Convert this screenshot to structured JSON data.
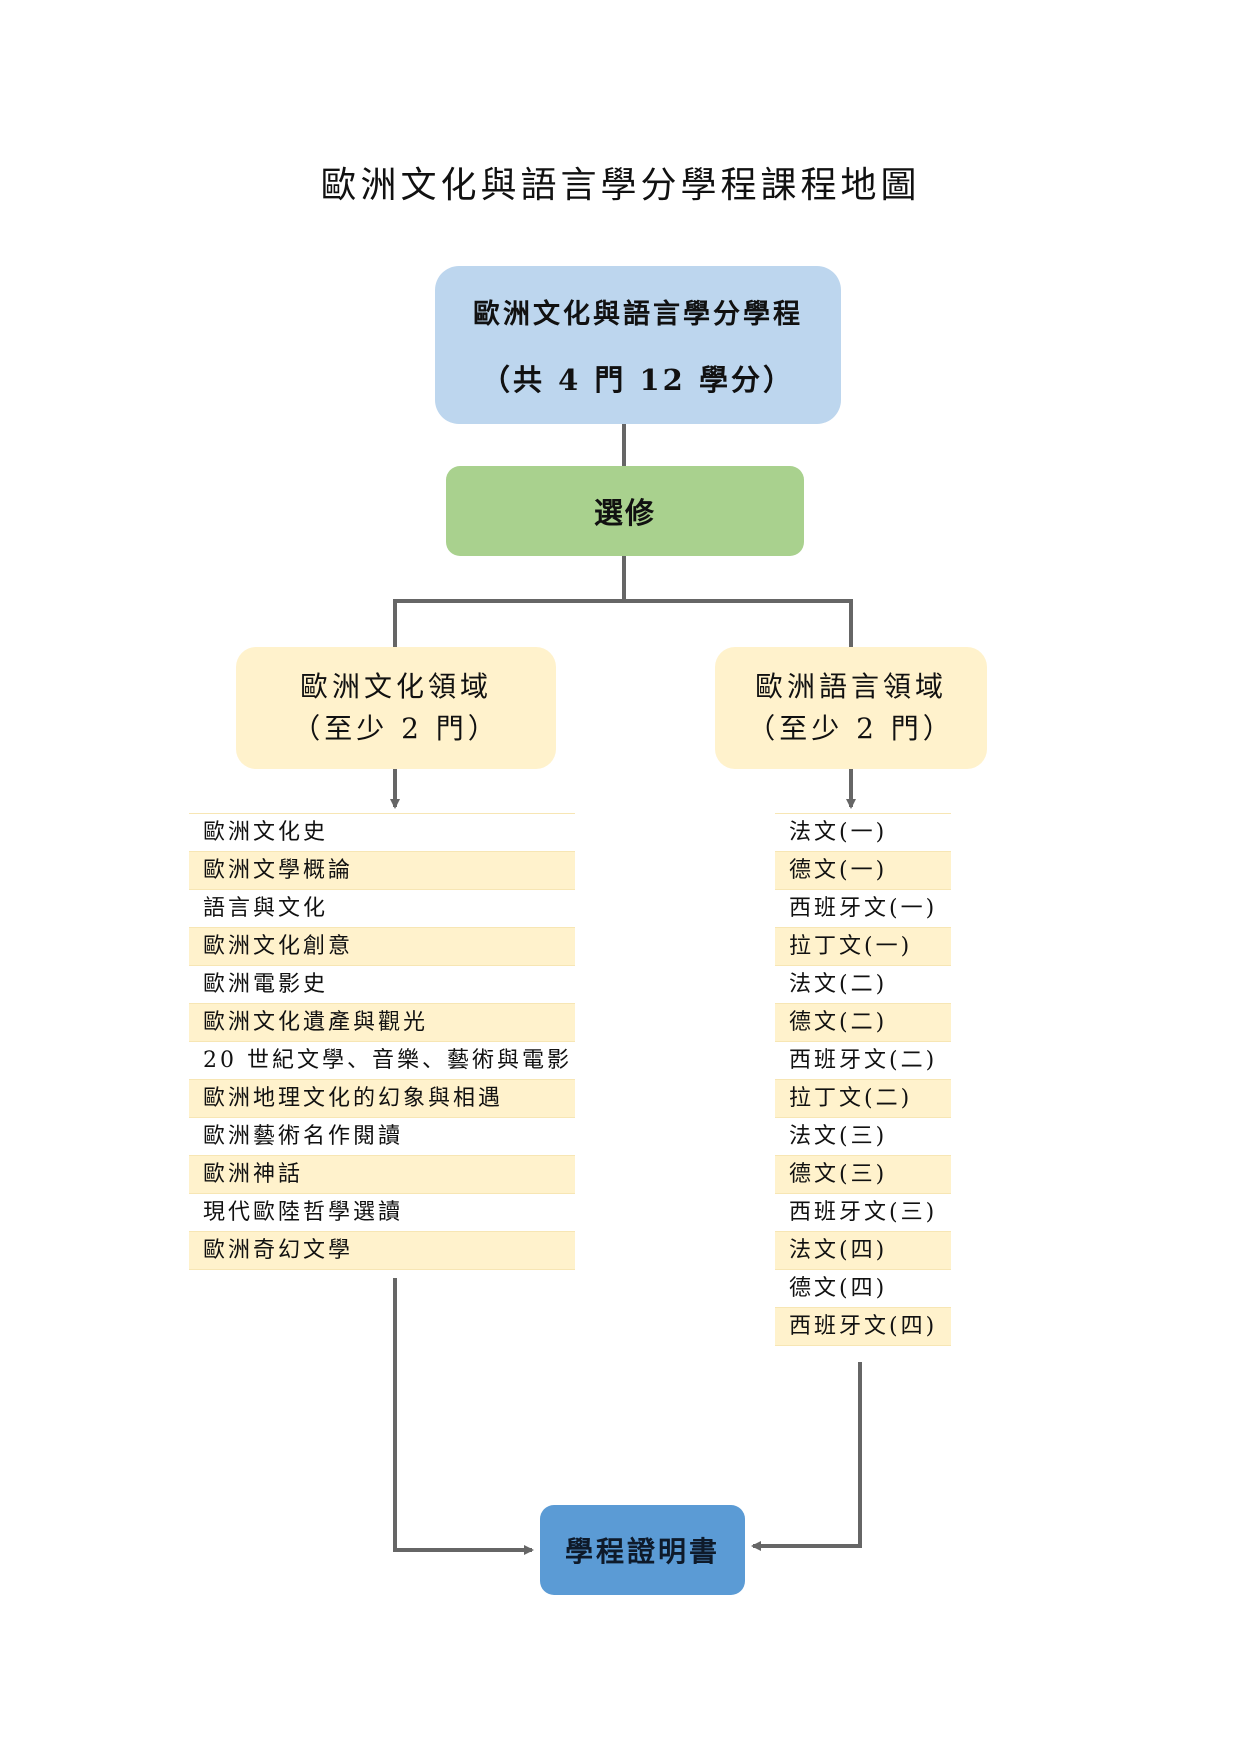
{
  "title": "歐洲文化與語言學分學程課程地圖",
  "root": {
    "line1": "歐洲文化與語言學分學程",
    "line2": "（共 4 門 12 學分）"
  },
  "elective": "選修",
  "domains": [
    {
      "name": "歐洲文化領域",
      "requirement": "（至少 2 門）",
      "courses": [
        "歐洲文化史",
        "歐洲文學概論",
        "語言與文化",
        "歐洲文化創意",
        "歐洲電影史",
        "歐洲文化遺產與觀光",
        "20 世紀文學、音樂、藝術與電影",
        "歐洲地理文化的幻象與相遇",
        "歐洲藝術名作閱讀",
        "歐洲神話",
        "現代歐陸哲學選讀",
        "歐洲奇幻文學"
      ]
    },
    {
      "name": "歐洲語言領域",
      "requirement": "（至少 2 門）",
      "courses": [
        "法文(一)",
        "德文(一)",
        "西班牙文(一)",
        "拉丁文(一)",
        "法文(二)",
        "德文(二)",
        "西班牙文(二)",
        "拉丁文(二)",
        "法文(三)",
        "德文(三)",
        "西班牙文(三)",
        "法文(四)",
        "德文(四)",
        "西班牙文(四)"
      ]
    }
  ],
  "certificate": "學程證明書",
  "colors": {
    "root_fill": "#bdd6ee",
    "elective_fill": "#a9d18e",
    "domain_fill": "#fff2cc",
    "certificate_fill": "#5b9bd5",
    "connector": "#666666"
  }
}
